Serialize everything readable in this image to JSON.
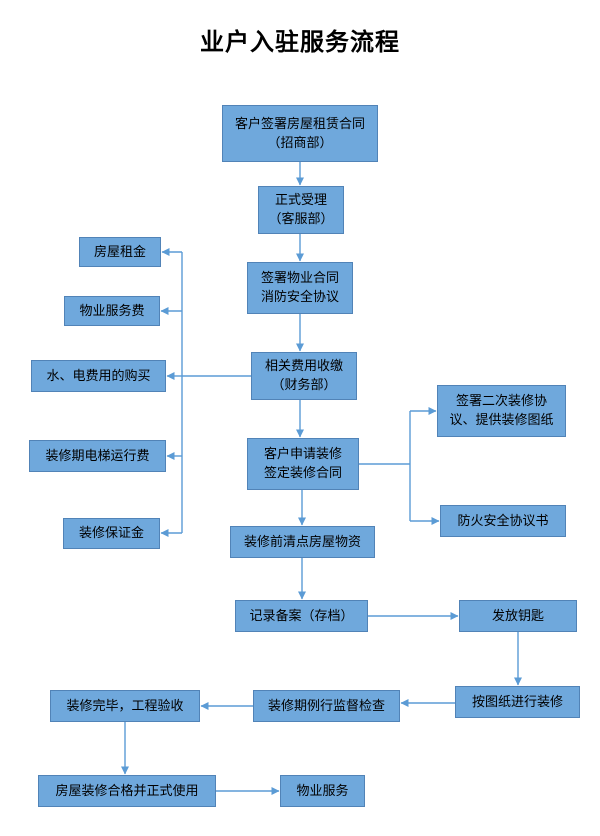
{
  "title": "业户入驻服务流程",
  "colors": {
    "box_fill": "#6fa8dc",
    "box_border": "#5183b7",
    "arrow": "#5b9bd5",
    "text": "#000000"
  },
  "nodes": {
    "sign_lease": "客户签署房屋租赁合同\n（招商部）",
    "formal_acceptance": "正式受理\n（客服部）",
    "property_contract": "签署物业合同\n消防安全协议",
    "fee_collection": "相关费用收缴\n（财务部）",
    "rent": "房屋租金",
    "property_fee": "物业服务费",
    "utilities": "水、电费用的购买",
    "elevator_fee": "装修期电梯运行费",
    "deposit": "装修保证金",
    "apply_renovation": "客户申请装修\n签定装修合同",
    "secondary_agreement": "签署二次装修协\n议、提供装修图纸",
    "fire_agreement": "防火安全协议书",
    "inventory": "装修前清点房屋物资",
    "record": "记录备案（存档）",
    "issue_keys": "发放钥匙",
    "renovate_per_drawings": "按图纸进行装修",
    "inspection": "装修期例行监督检查",
    "completion_acceptance": "装修完毕，工程验收",
    "official_use": "房屋装修合格并正式使用",
    "property_service": "物业服务"
  }
}
